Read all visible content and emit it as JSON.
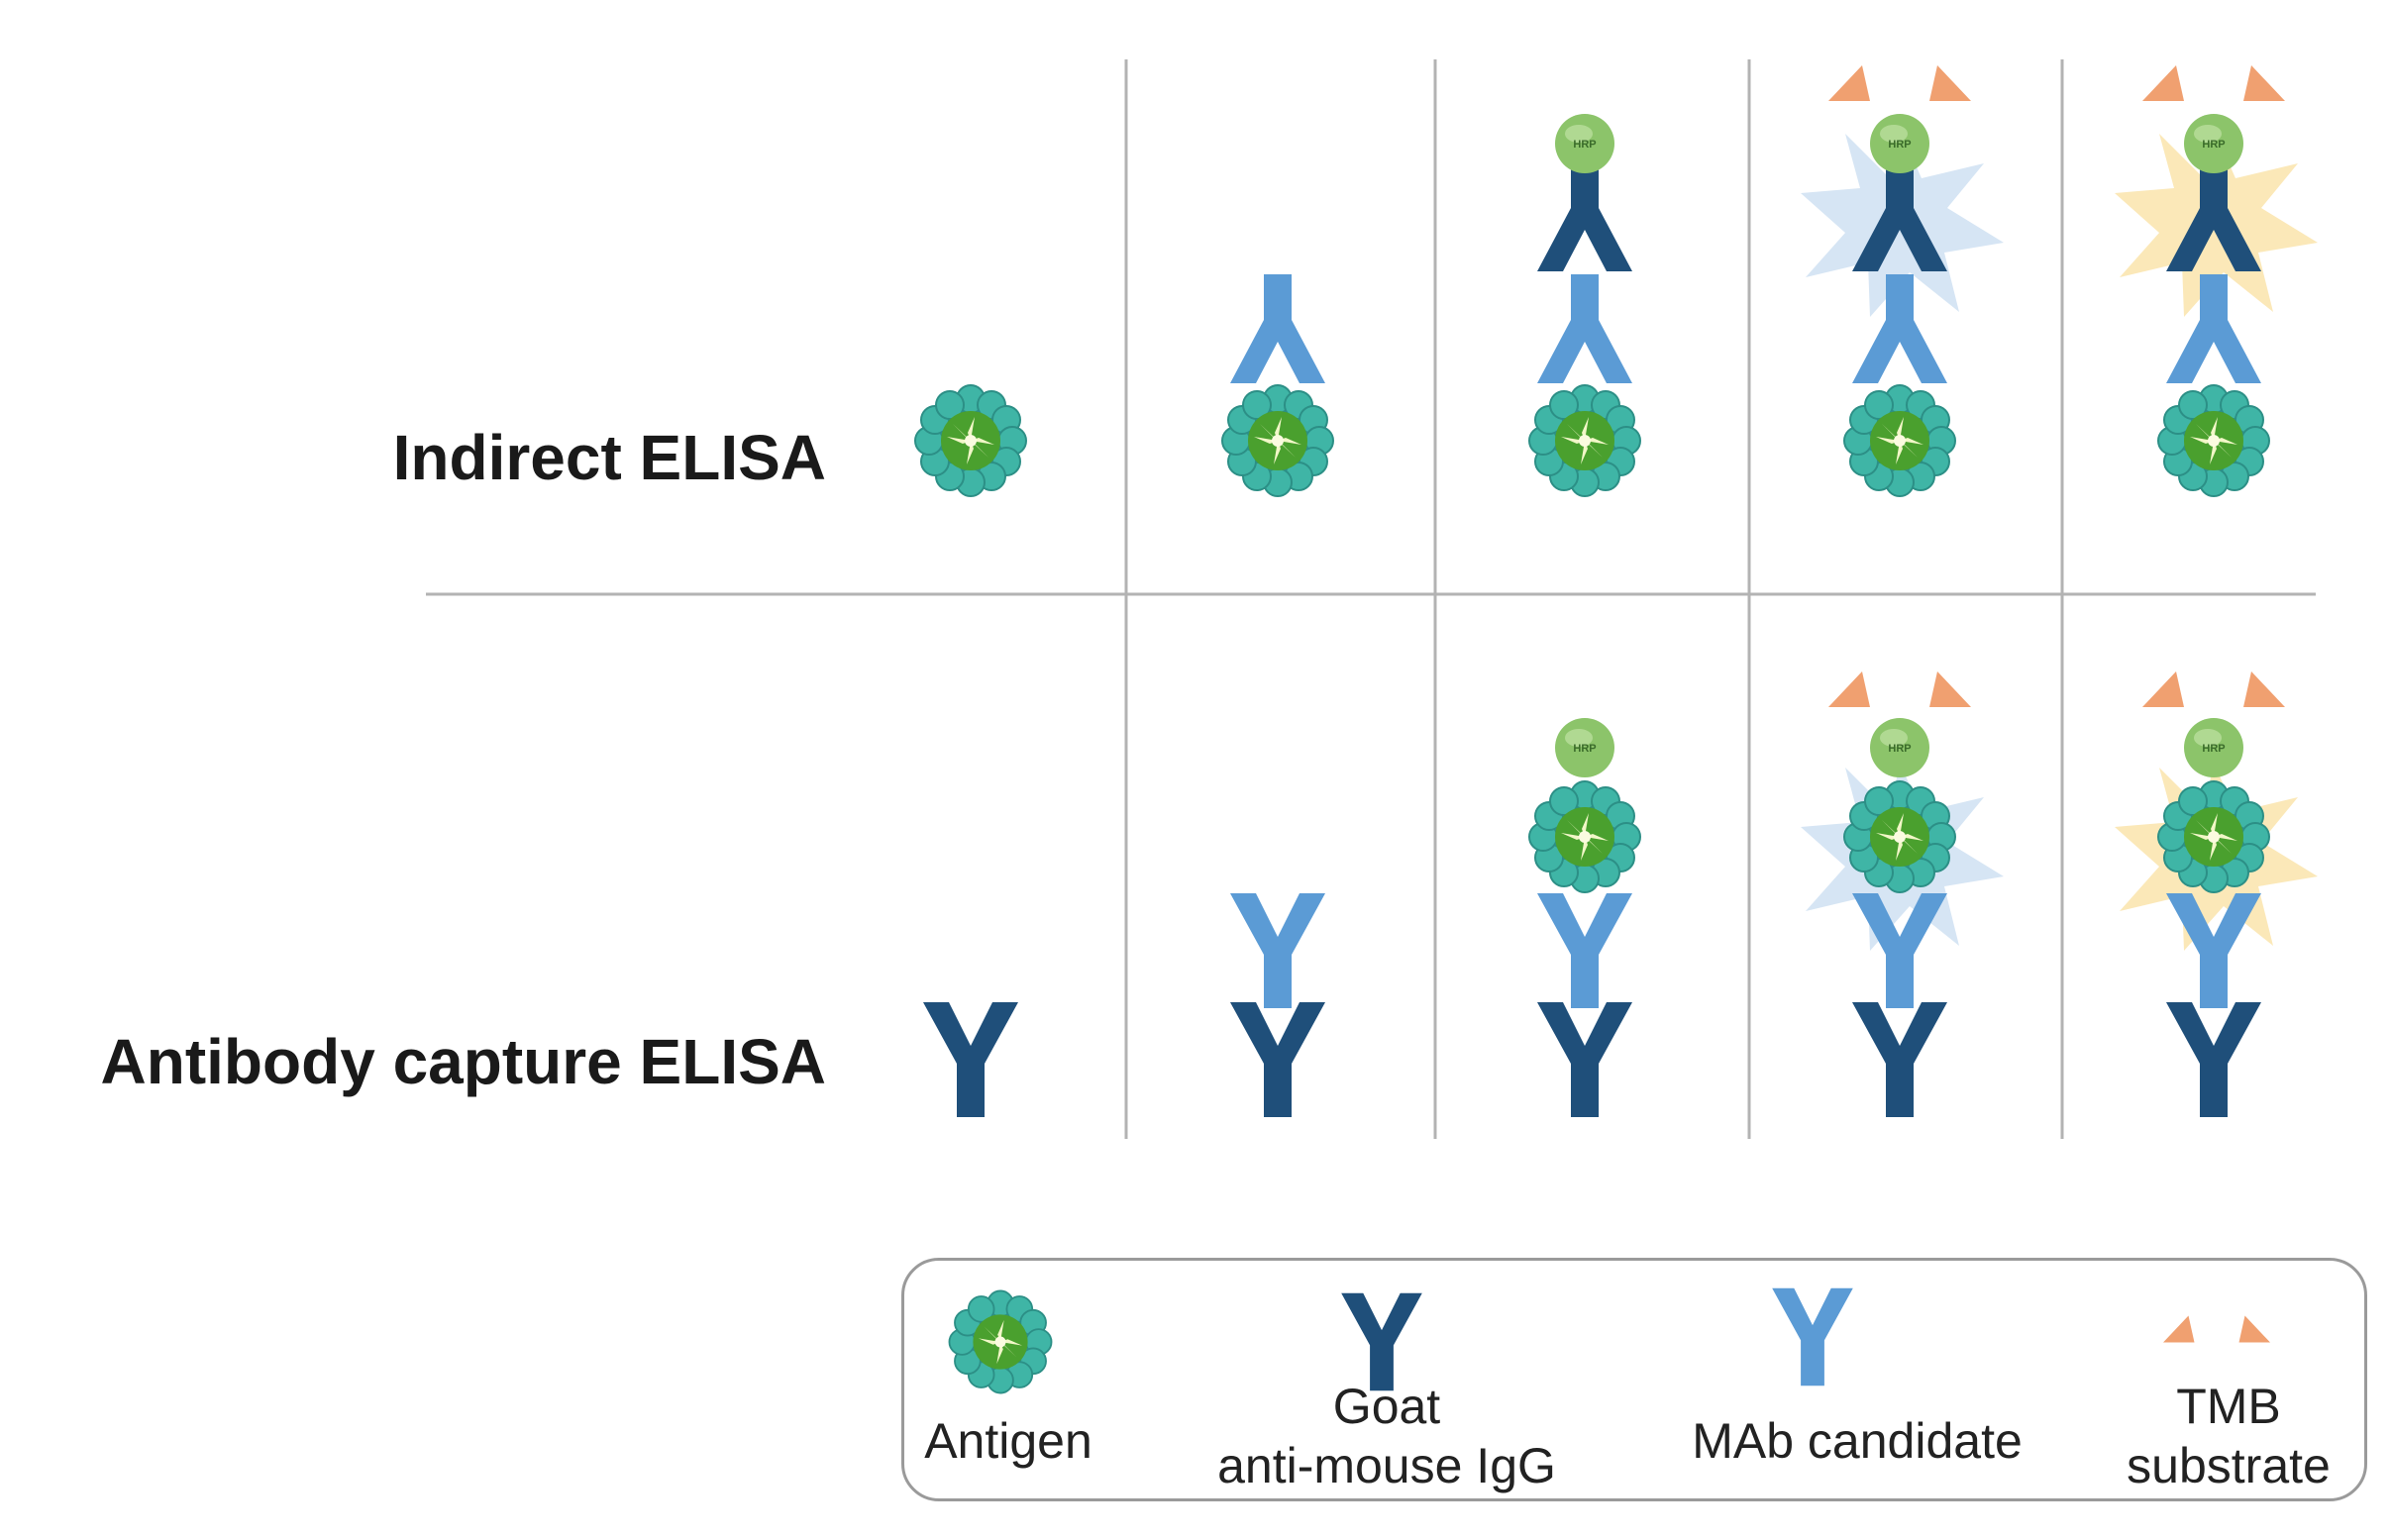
{
  "rows": {
    "indirect": {
      "label": "Indirect ELISA"
    },
    "capture": {
      "label": "Antibody capture ELISA"
    }
  },
  "hrp_label": "HRP",
  "legend": {
    "antigen": "Antigen",
    "goat_line1": "Goat",
    "goat_line2": "anti-mouse IgG",
    "mab": "MAb candidate",
    "tmb_line1": "TMB",
    "tmb_line2": "substrate"
  },
  "colors": {
    "dark_antibody": "#1f4f7a",
    "light_antibody": "#5b9bd5",
    "antigen_teal": "#3fb5a6",
    "antigen_green": "#5aa832",
    "hrp_green": "#8cc46a",
    "tmb_orange": "#f0a070",
    "glow_blue": "#cfe0f2",
    "glow_yellow": "#fbe6b0",
    "grid_line": "#b3b3b3"
  }
}
